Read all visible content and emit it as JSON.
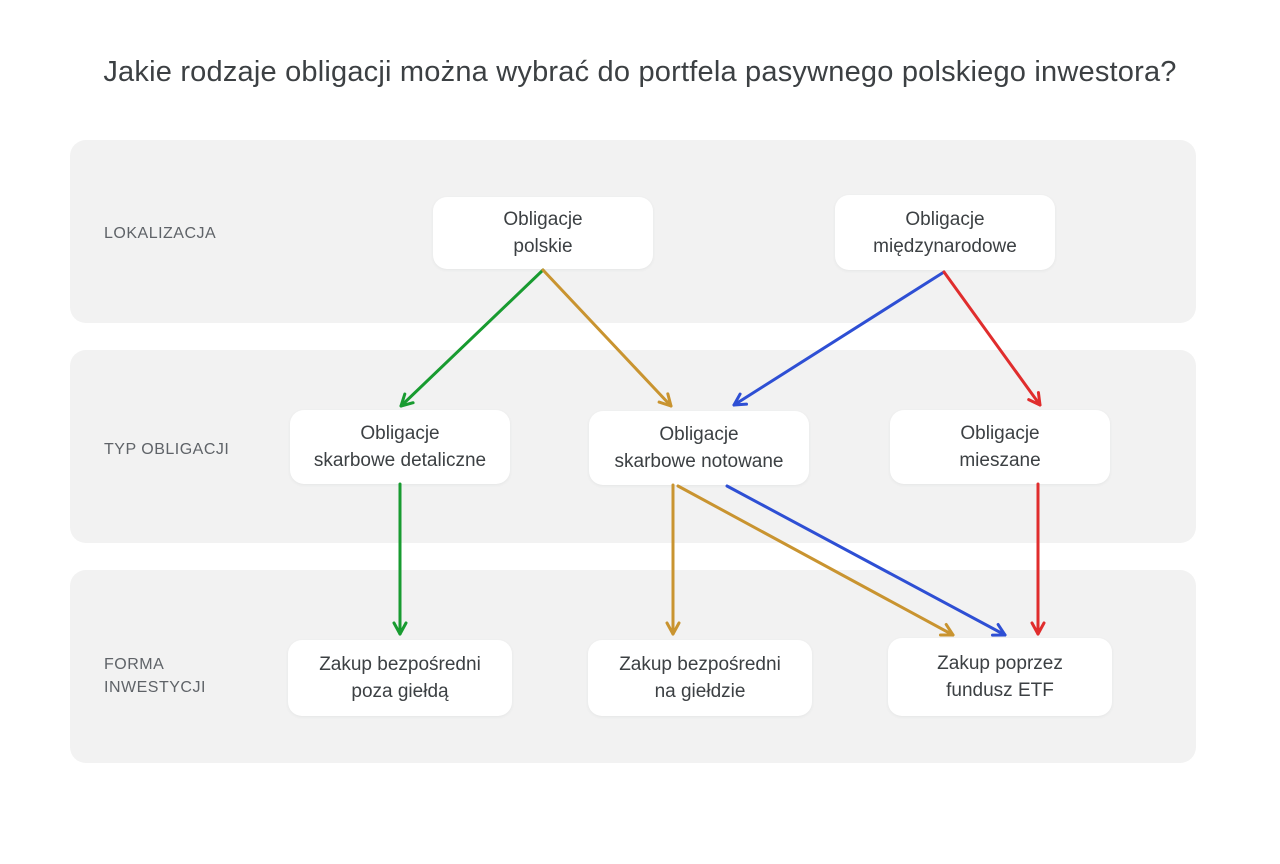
{
  "title": "Jakie rodzaje obligacji można wybrać do portfela pasywnego polskiego inwestora?",
  "rows": [
    {
      "id": "lokalizacja",
      "lines": [
        "LOKALIZACJA"
      ]
    },
    {
      "id": "typ-obligacji",
      "lines": [
        "TYP OBLIGACJI"
      ]
    },
    {
      "id": "forma-inwestycji",
      "lines": [
        "FORMA",
        "INWESTYCJI"
      ]
    }
  ],
  "nodes": {
    "polskie": {
      "lines": [
        "Obligacje",
        "polskie"
      ]
    },
    "miedzynarodowe": {
      "lines": [
        "Obligacje",
        "międzynarodowe"
      ]
    },
    "detaliczne": {
      "lines": [
        "Obligacje",
        "skarbowe detaliczne"
      ]
    },
    "notowane": {
      "lines": [
        "Obligacje",
        "skarbowe notowane"
      ]
    },
    "mieszane": {
      "lines": [
        "Obligacje",
        "mieszane"
      ]
    },
    "poza_gielda": {
      "lines": [
        "Zakup bezpośredni",
        "poza giełdą"
      ]
    },
    "na_gieldzie": {
      "lines": [
        "Zakup bezpośredni",
        "na giełdzie"
      ]
    },
    "etf": {
      "lines": [
        "Zakup poprzez",
        "fundusz ETF"
      ]
    }
  },
  "colors": {
    "green": "#189b30",
    "gold": "#c99430",
    "blue": "#2e4fd4",
    "red": "#e02d2d",
    "band": "#f2f2f2",
    "label": "#5f6368",
    "text": "#3c4043"
  },
  "edges": [
    {
      "from": "polskie",
      "to": "detaliczne",
      "color": "green"
    },
    {
      "from": "polskie",
      "to": "notowane",
      "color": "gold"
    },
    {
      "from": "miedzynarodowe",
      "to": "notowane",
      "color": "blue"
    },
    {
      "from": "miedzynarodowe",
      "to": "mieszane",
      "color": "red"
    },
    {
      "from": "detaliczne",
      "to": "poza_gielda",
      "color": "green"
    },
    {
      "from": "notowane",
      "to": "na_gieldzie",
      "color": "gold"
    },
    {
      "from": "notowane",
      "to": "etf",
      "color": "gold"
    },
    {
      "from": "notowane",
      "to": "etf",
      "color": "blue"
    },
    {
      "from": "mieszane",
      "to": "etf",
      "color": "red"
    }
  ]
}
